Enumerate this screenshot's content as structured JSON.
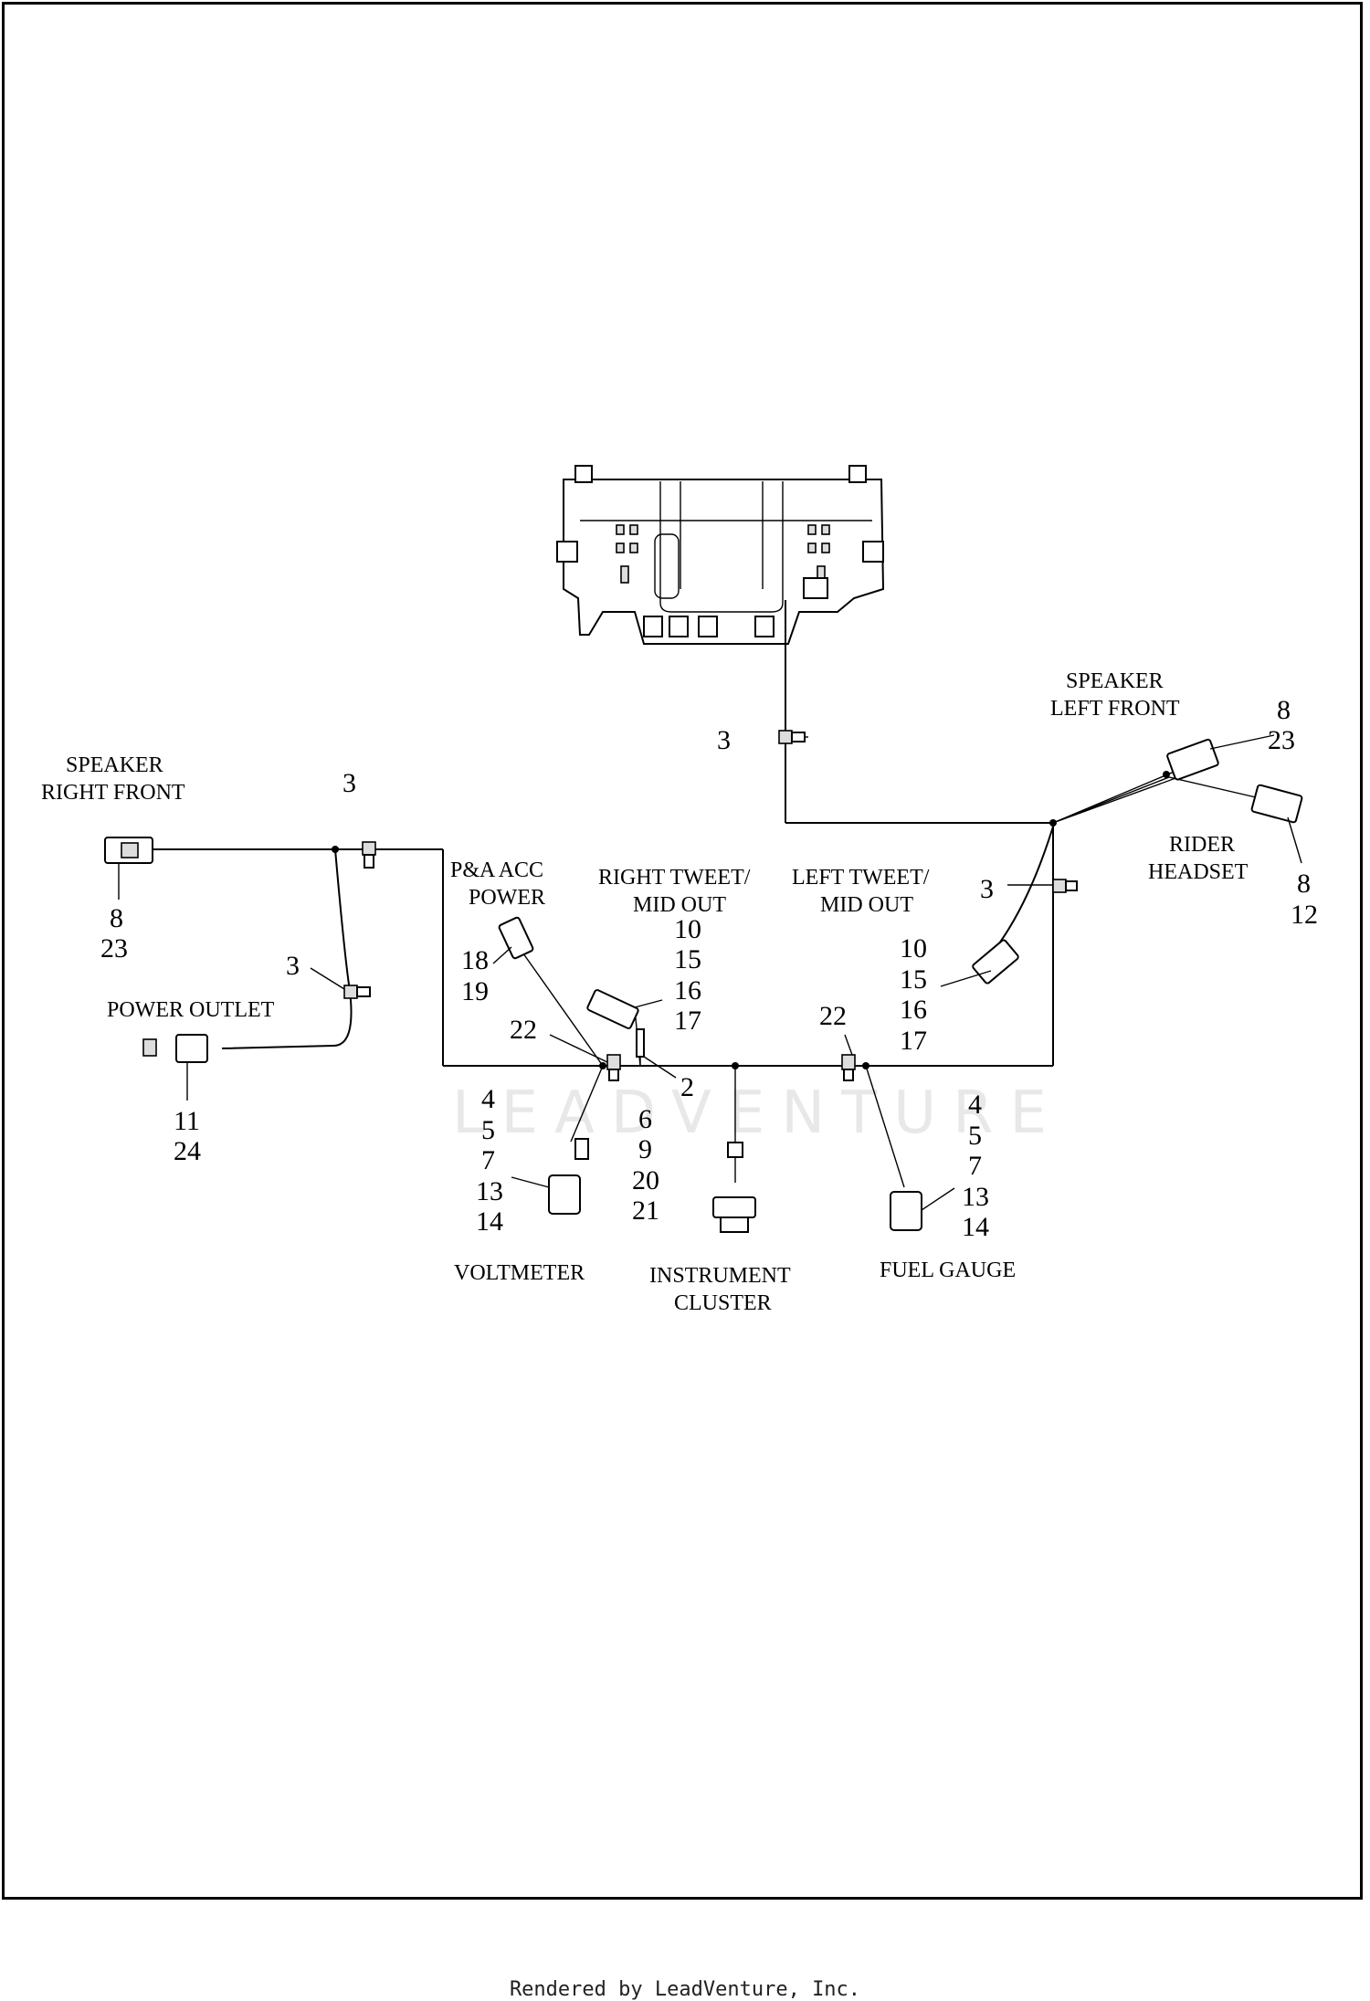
{
  "watermark": "LEADVENTURE",
  "components": {
    "speaker_right_front": {
      "label_line1": "SPEAKER",
      "label_line2": "RIGHT FRONT",
      "refs": [
        "8",
        "23"
      ]
    },
    "speaker_left_front": {
      "label_line1": "SPEAKER",
      "label_line2": "LEFT FRONT",
      "refs": [
        "8",
        "23"
      ]
    },
    "rider_headset": {
      "label_line1": "RIDER",
      "label_line2": "HEADSET",
      "refs": [
        "8",
        "12"
      ]
    },
    "power_outlet": {
      "label": "POWER OUTLET",
      "refs": [
        "11",
        "24"
      ]
    },
    "pa_acc_power": {
      "label_line1": "P&A ACC",
      "label_line2": "POWER",
      "refs": [
        "18",
        "19"
      ]
    },
    "right_tweet": {
      "label_line1": "RIGHT TWEET/",
      "label_line2": "MID OUT",
      "refs": [
        "10",
        "15",
        "16",
        "17"
      ]
    },
    "left_tweet": {
      "label_line1": "LEFT TWEET/",
      "label_line2": "MID OUT",
      "refs": [
        "10",
        "15",
        "16",
        "17"
      ]
    },
    "voltmeter": {
      "label": "VOLTMETER",
      "refs": [
        "4",
        "5",
        "7",
        "13",
        "14"
      ]
    },
    "instrument_cluster": {
      "label_line1": "INSTRUMENT",
      "label_line2": "CLUSTER",
      "refs": [
        "6",
        "9",
        "20",
        "21"
      ]
    },
    "fuel_gauge": {
      "label": "FUEL GAUGE",
      "refs": [
        "4",
        "5",
        "7",
        "13",
        "14"
      ]
    }
  },
  "callouts": {
    "clip_top": "3",
    "clip_right_front": "3",
    "clip_power_outlet": "3",
    "clip_left": "3",
    "clip_22_left": "22",
    "clip_22_right": "22",
    "connector_2": "2"
  },
  "footer": "Rendered by LeadVenture, Inc."
}
